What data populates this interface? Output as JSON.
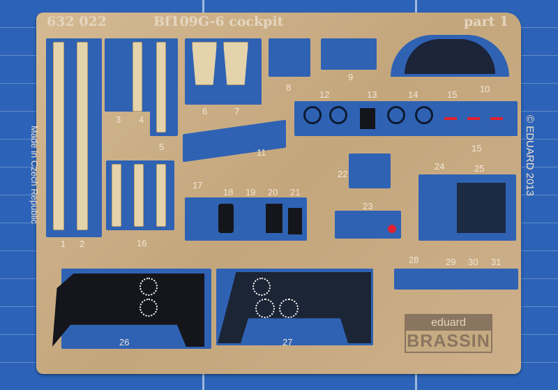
{
  "fret": {
    "code": "632 022",
    "title": "Bf109G-6 cockpit",
    "part": "part 1"
  },
  "side_left": "Made in Czech Republic",
  "side_right": "© EDUARD 2013",
  "logo": {
    "top": "eduard",
    "bottom": "BRASSIN"
  },
  "part_numbers": [
    "1",
    "2",
    "3",
    "4",
    "5",
    "6",
    "7",
    "8",
    "9",
    "10",
    "11",
    "12",
    "13",
    "14",
    "15",
    "15",
    "16",
    "17",
    "18",
    "19",
    "20",
    "21",
    "22",
    "23",
    "24",
    "25",
    "26",
    "27",
    "28",
    "29",
    "30",
    "31"
  ],
  "colors": {
    "brass": "#c9ae86",
    "mat": "#2c63b8",
    "paint_black": "#14161c",
    "accent_red": "#e02030"
  }
}
